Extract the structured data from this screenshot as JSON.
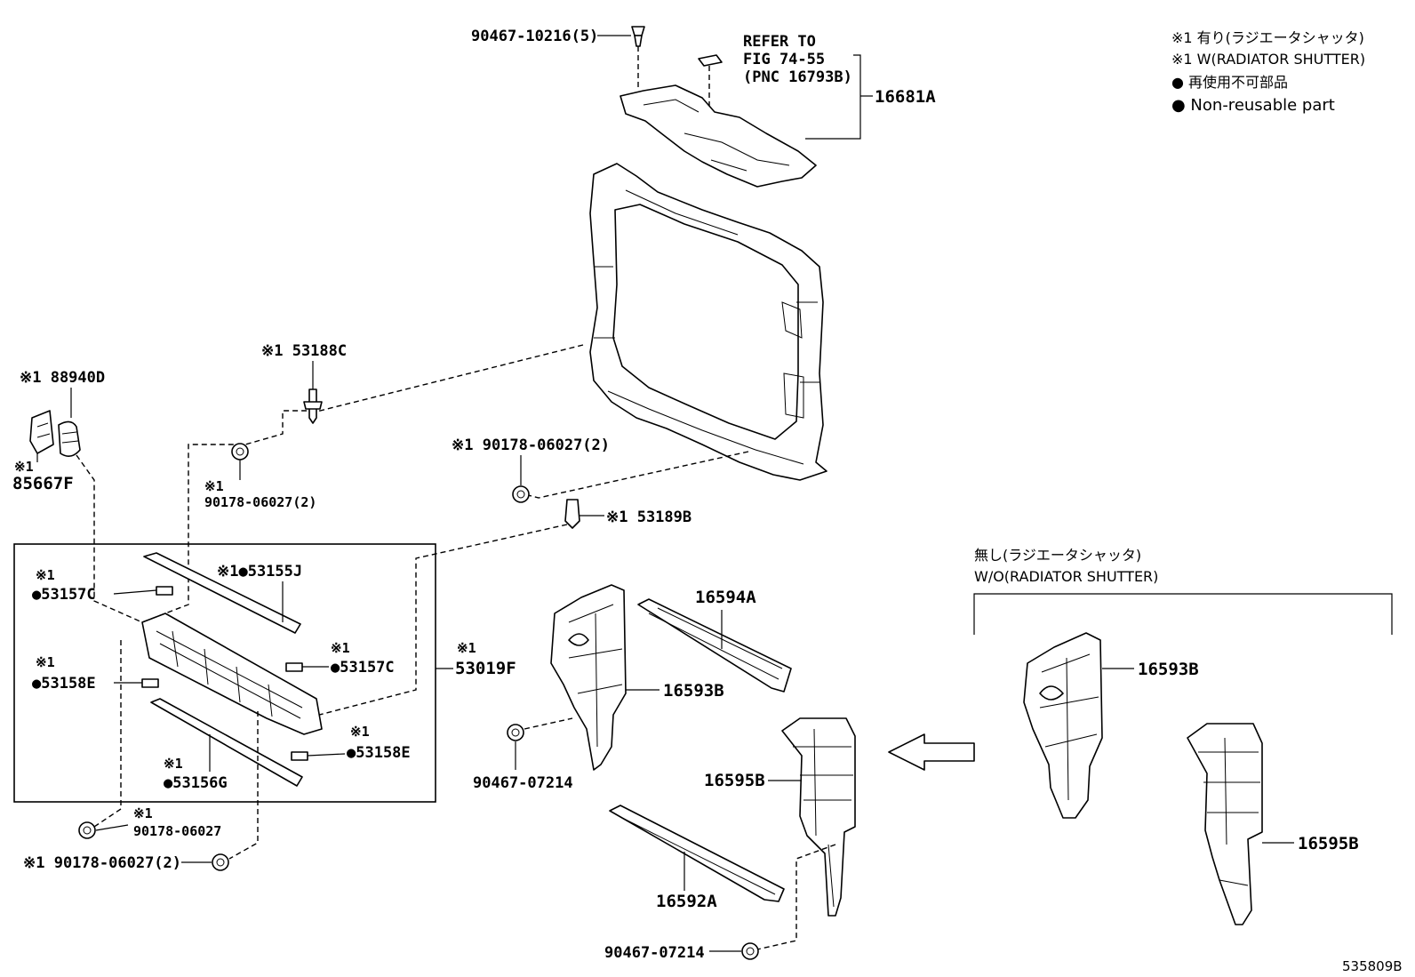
{
  "legend": {
    "w_jp": "※1 有り(ラジエータシャッタ)",
    "w_en": "※1 W(RADIATOR SHUTTER)",
    "nonreusable_jp": "● 再使用不可部品",
    "nonreusable_en": "● Non-reusable part"
  },
  "refer": {
    "line1": "REFER TO",
    "line2": "FIG 74-55",
    "line3": "(PNC 16793B)"
  },
  "wo_section": {
    "title_jp": "無し(ラジエータシャッタ)",
    "title_en": "W/O(RADIATOR SHUTTER)"
  },
  "parts": {
    "p_90467_10216": "90467-10216(5)",
    "p_16681A": "16681A",
    "p_53188C": "※1 53188C",
    "p_88940D": "※1 88940D",
    "p_85667F_mark": "※1",
    "p_85667F": "85667F",
    "p_90178_a_mark": "※1",
    "p_90178_a": "90178-06027(2)",
    "p_90178_b": "※1 90178-06027(2)",
    "p_53189B": "※1 53189B",
    "p_53157C_l_mark": "※1",
    "p_53157C_l": "●53157C",
    "p_53155J": "※1●53155J",
    "p_53158E_l_mark": "※1",
    "p_53158E_l": "●53158E",
    "p_53157C_r_mark": "※1",
    "p_53157C_r": "●53157C",
    "p_53019F_mark": "※1",
    "p_53019F": "53019F",
    "p_53158E_r_mark": "※1",
    "p_53158E_r": "●53158E",
    "p_53156G_mark": "※1",
    "p_53156G": "●53156G",
    "p_90178_c_mark": "※1",
    "p_90178_c": "90178-06027",
    "p_90178_d": "※1 90178-06027(2)",
    "p_16594A": "16594A",
    "p_16593B": "16593B",
    "p_90467_07214_a": "90467-07214",
    "p_16595B": "16595B",
    "p_16592A": "16592A",
    "p_90467_07214_b": "90467-07214",
    "p_16593B_wo": "16593B",
    "p_16595B_wo": "16595B"
  },
  "figure_id": "535809B"
}
